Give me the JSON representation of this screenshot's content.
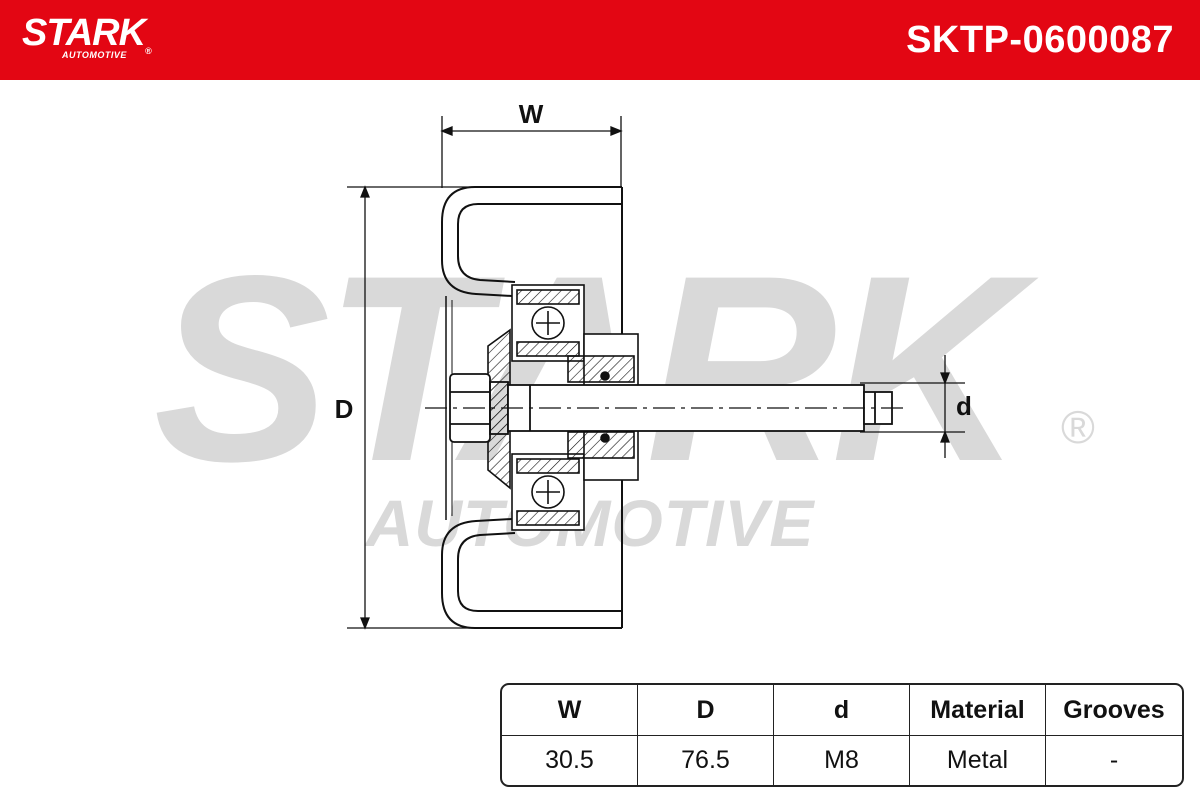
{
  "header": {
    "brand": "STARK",
    "brand_registered": "®",
    "brand_sub": "AUTOMOTIVE",
    "part_number": "SKTP-0600087",
    "background_color": "#e30613"
  },
  "watermark": {
    "main": "STARK",
    "sub": "AUTOMOTIVE",
    "registered": "®",
    "color": "#d9d9d9"
  },
  "drawing": {
    "label_width": "W",
    "label_diameter": "D",
    "label_bolt": "d"
  },
  "spec_table": {
    "headers": [
      "W",
      "D",
      "d",
      "Material",
      "Grooves"
    ],
    "values": [
      "30.5",
      "76.5",
      "M8",
      "Metal",
      "-"
    ]
  }
}
